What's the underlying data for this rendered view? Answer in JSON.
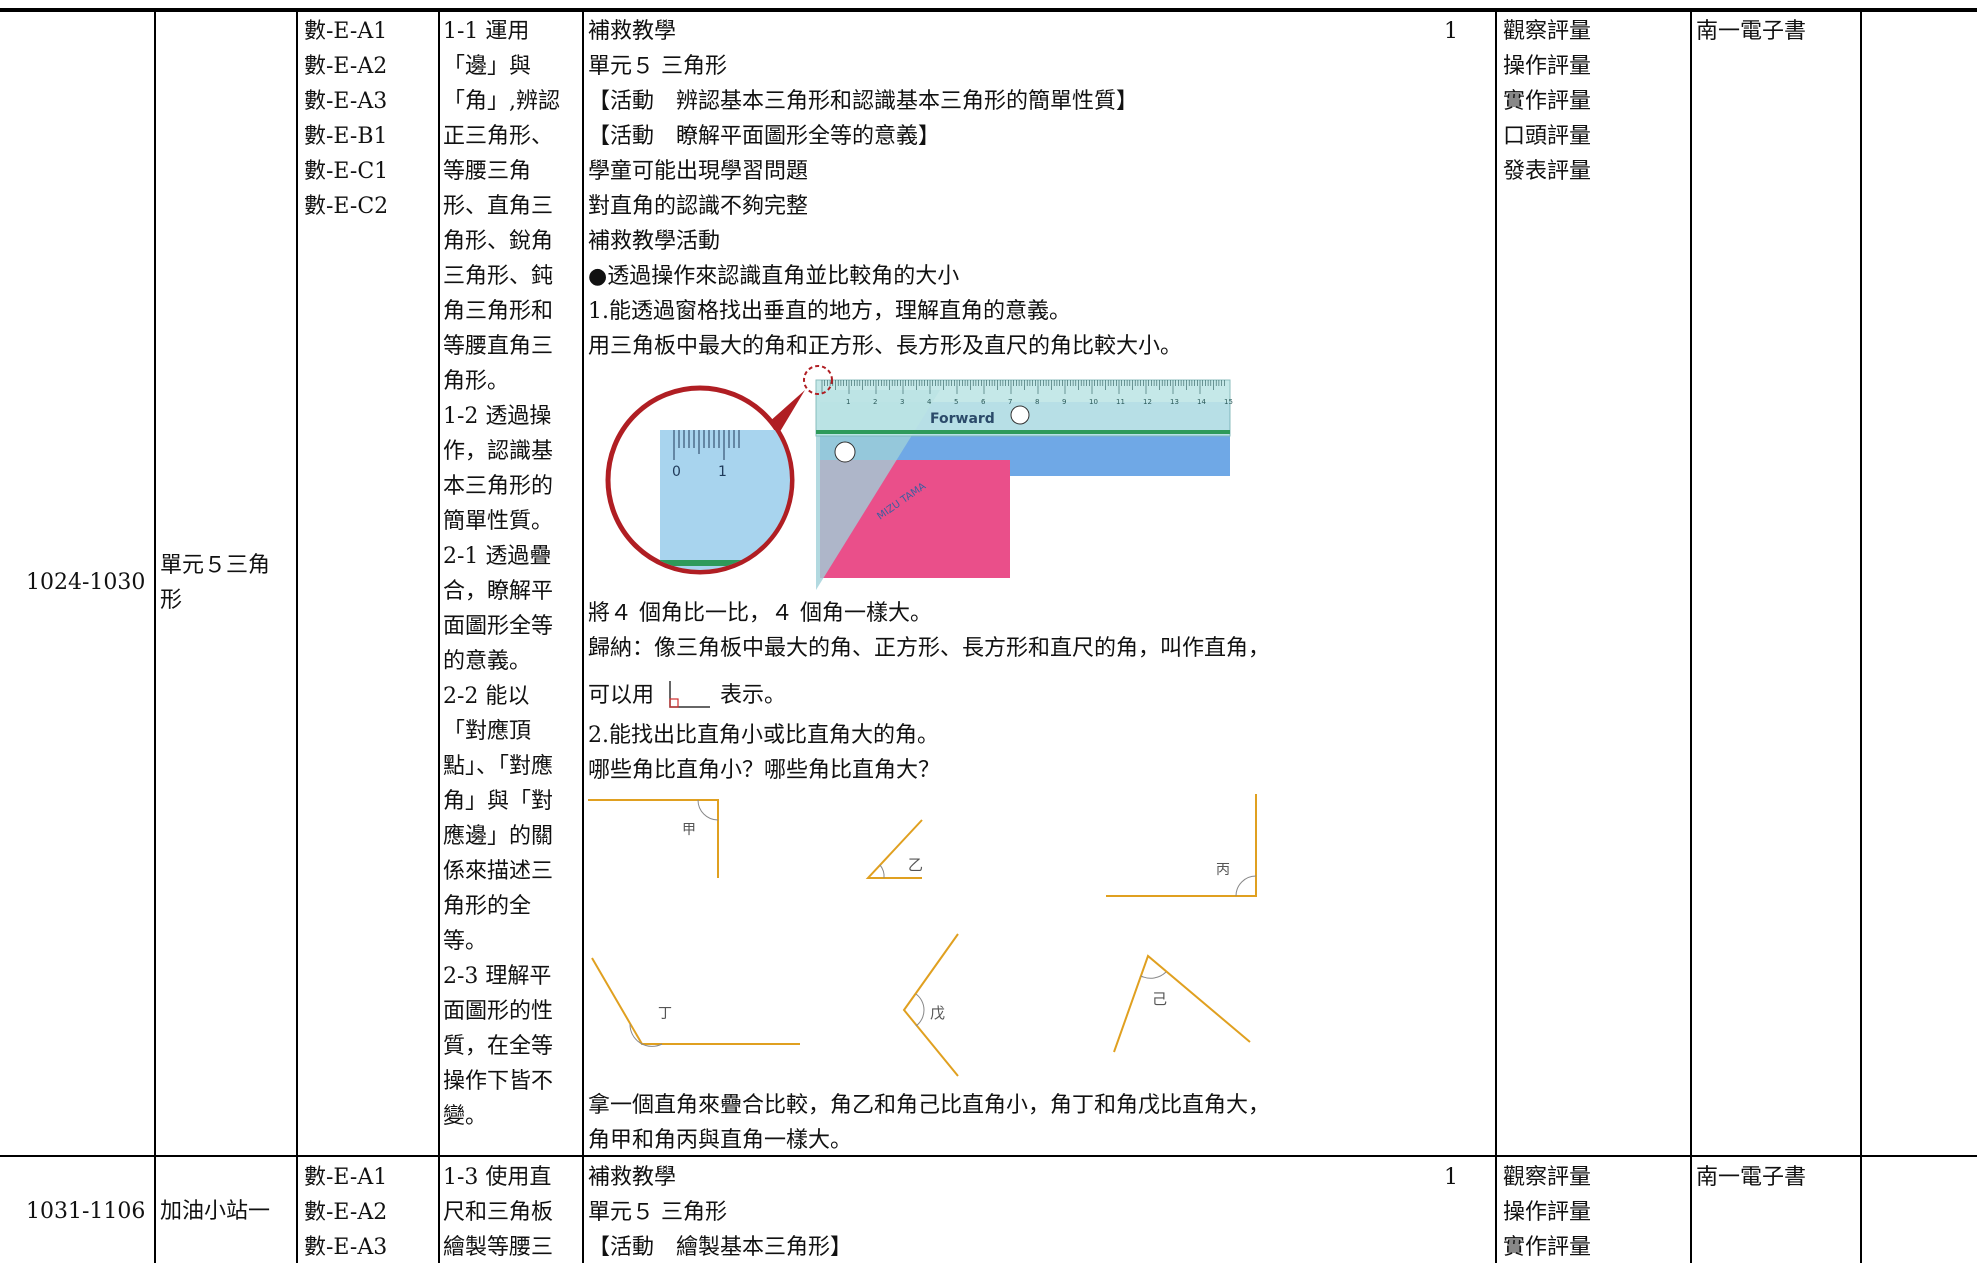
{
  "rows": [
    {
      "date": "1024-1030",
      "unit": "單元５三角形",
      "codes": [
        "數-E-A1",
        "數-E-A2",
        "數-E-A3",
        "數-E-B1",
        "數-E-C1",
        "數-E-C2"
      ],
      "objectives": [
        "1-1 運用",
        "「邊」與",
        "「角」,辨認",
        "正三角形、",
        "等腰三角",
        "形、直角三",
        "角形、銳角",
        "三角形、鈍",
        "角三角形和",
        "等腰直角三",
        "角形。",
        "1-2 透過操",
        "作，認識基",
        "本三角形的",
        "簡單性質。",
        "2-1 透過疊",
        "合，瞭解平",
        "面圖形全等",
        "的意義。",
        "2-2 能以",
        "「對應頂",
        "點」、「對應",
        "角」與「對",
        "應邊」的關",
        "係來描述三",
        "角形的全",
        "等。",
        "2-3 理解平",
        "面圖形的性",
        "質，在全等",
        "操作下皆不",
        "變。"
      ],
      "content_top": [
        "補救教學",
        "單元５ 三角形",
        "【活動　辨認基本三角形和認識基本三角形的簡單性質】",
        "【活動　瞭解平面圖形全等的意義】",
        "學童可能出現學習問題",
        "對直角的認識不夠完整",
        "補救教學活動",
        "●透過操作來認識直角並比較角的大小",
        "1.能透過窗格找出垂直的地方，理解直角的意義。",
        "用三角板中最大的角和正方形、長方形及直尺的角比較大小。"
      ],
      "content_mid": [
        "將４ 個角比一比，４ 個角一樣大。",
        "歸納：像三角板中最大的角、正方形、長方形和直尺的角，叫作直角，"
      ],
      "symbol_line": {
        "prefix": "可以用",
        "suffix": "表示。"
      },
      "content_mid2": [
        "2.能找出比直角小或比直角大的角。",
        "哪些角比直角小？哪些角比直角大？"
      ],
      "content_bottom": [
        "拿一個直角來疊合比較，角乙和角己比直角小，角丁和角戊比直角大，",
        "角甲和角丙與直角一樣大。"
      ],
      "hours": "1",
      "assessment": [
        "觀察評量",
        "操作評量",
        "實作評量",
        "口頭評量",
        "發表評量"
      ],
      "resource": "南一電子書"
    },
    {
      "date": "1031-1106",
      "unit": "加油小站一",
      "codes": [
        "數-E-A1",
        "數-E-A2",
        "數-E-A3"
      ],
      "objectives": [
        "1-3 使用直",
        "尺和三角板",
        "繪製等腰三"
      ],
      "content": [
        "補救教學",
        "單元５ 三角形",
        "【活動　繪製基本三角形】"
      ],
      "hours": "1",
      "assessment": [
        "觀察評量",
        "操作評量",
        "實作評量"
      ],
      "resource": "南一電子書"
    }
  ],
  "ruler_image": {
    "ruler_brand": "Forward",
    "mascot_text": "MIZU TAMA",
    "zoom_ticks": [
      "0",
      "1"
    ],
    "ruler_ticks": [
      "1",
      "2",
      "3",
      "4",
      "5",
      "6",
      "7",
      "8",
      "9",
      "10",
      "11",
      "12",
      "13",
      "14",
      "15"
    ]
  },
  "angles": [
    {
      "label": "甲"
    },
    {
      "label": "乙"
    },
    {
      "label": "丙"
    },
    {
      "label": "丁"
    },
    {
      "label": "戊"
    },
    {
      "label": "己"
    }
  ],
  "colors": {
    "angle_line": "#e0a020",
    "ruler_green": "#2e9a5a",
    "zoom_circle": "#b01e23"
  }
}
